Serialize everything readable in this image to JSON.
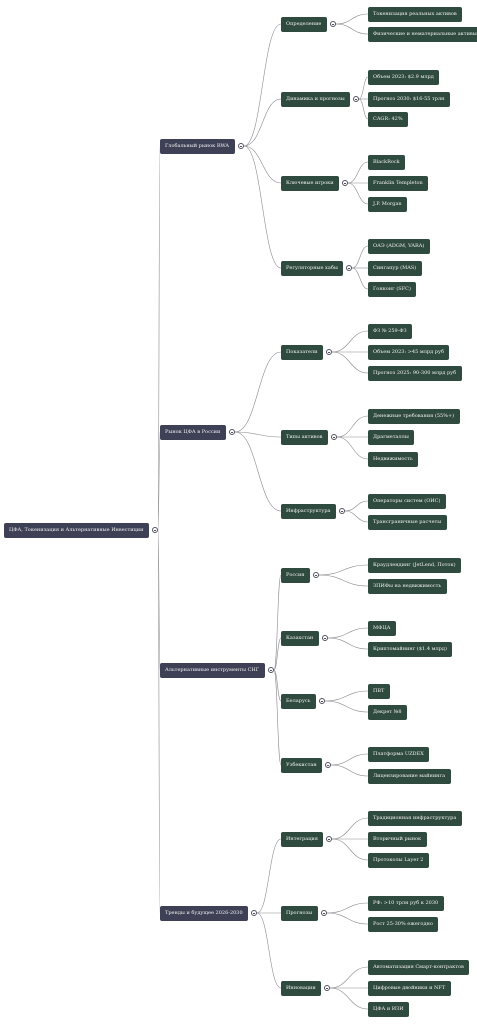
{
  "root": {
    "label": "ЦФА, Токенизация и Альтернативные Инвестиции",
    "children": [
      {
        "label": "Глобальный рынок RWA",
        "children": [
          {
            "label": "Определение",
            "children": [
              "Токенизация реальных активов",
              "Физические и нематериальные активы"
            ]
          },
          {
            "label": "Динамика и прогнозы",
            "children": [
              "Объем 2023: $2.9 млрд",
              "Прогноз 2030: $16-55 трлн",
              "CAGR: 42%"
            ]
          },
          {
            "label": "Ключевые игроки",
            "children": [
              "BlackRock",
              "Franklin Templeton",
              "J.P. Morgan"
            ]
          },
          {
            "label": "Регуляторные хабы",
            "children": [
              "ОАЭ (ADGM, VARA)",
              "Сингапур (MAS)",
              "Гонконг (SFC)"
            ]
          }
        ]
      },
      {
        "label": "Рынок ЦФА в России",
        "children": [
          {
            "label": "Показатели",
            "children": [
              "ФЗ № 259-ФЗ",
              "Объем 2023: >45 млрд руб",
              "Прогноз 2025: 90-300 млрд руб"
            ]
          },
          {
            "label": "Типы активов",
            "children": [
              "Денежные требования (55%+)",
              "Драгметаллы",
              "Недвижимость"
            ]
          },
          {
            "label": "Инфраструктура",
            "children": [
              "Операторы систем (ОИС)",
              "Трансграничные расчеты"
            ]
          }
        ]
      },
      {
        "label": "Альтернативные инструменты СНГ",
        "children": [
          {
            "label": "Россия",
            "children": [
              "Краудлендинг (JetLend, Поток)",
              "ЗПИФы на недвижимость"
            ]
          },
          {
            "label": "Казахстан",
            "children": [
              "МФЦА",
              "Криптомайнинг ($1.4 млрд)"
            ]
          },
          {
            "label": "Беларусь",
            "children": [
              "ПВТ",
              "Декрет №8"
            ]
          },
          {
            "label": "Узбекистан",
            "children": [
              "Платформа UZDEX",
              "Лицензирование майнинга"
            ]
          }
        ]
      },
      {
        "label": "Тренды и будущее 2026-2030",
        "children": [
          {
            "label": "Интеграция",
            "children": [
              "Традиционная инфраструктура",
              "Вторичный рынок",
              "Протоколы Layer 2"
            ]
          },
          {
            "label": "Прогнозы",
            "children": [
              "РФ: >10 трлн руб к 2030",
              "Рост 25-30% ежегодно"
            ]
          },
          {
            "label": "Инновации",
            "children": [
              "Автоматизация Смарт-контрактов",
              "Цифровые двойники и NFT",
              "ЦФА и ИЗИ"
            ]
          }
        ]
      }
    ]
  }
}
